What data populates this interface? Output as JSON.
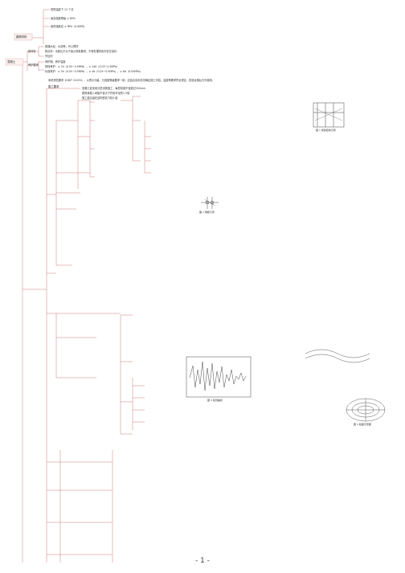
{
  "mindmap": {
    "top": {
      "label": "建筑材料",
      "items": [
        "常规温度下 12 个月",
        "最高强度等级 ≥ 85%",
        "最低强度应 ≥ MPa（0.60PA）"
      ]
    },
    "root": {
      "label": "混凝土",
      "b1": {
        "label": "原材料",
        "items": [
          "普通水泥、水泥等；可以预拌",
          "掺合料：水胶比不大于最小掺量要求，不得在搅拌机内任意加料",
          "外加剂"
        ]
      },
      "b2": {
        "label": "养护要求",
        "items": [
          "养护期、养护温度",
          "现场养护：≥ 7d（0.05~0.5MPa），≥ 14d（0.05~0.5MPa）",
          "标准养护：≥ 3d（0.05~0.5MPa），≥ 4d（0.05~0.5MPa），≥ 6d（0.05MPa）"
        ]
      },
      "b3": {
        "label": "施工要求",
        "intro": "参考规范要求《GB/T 24191》，以表示分级，与强度等级要求一致，应结合实际情况确定施工内容，温度等要求符合规定，检验合格后方可使用。",
        "items": [
          "混凝土宜采用分层浇筑施工，每层厚度不宜超过300mm",
          "振捣棒插入间距不宜大于作用半径的1.5倍",
          "施工缝应留在结构受剪力较小处"
        ]
      }
    },
    "figures": {
      "fig1": "图 1  框架结构示意",
      "fig2": "图 2  钢筋示意",
      "fig3": "图 3  检测曲线",
      "fig4": "图 4  截面示意图"
    },
    "page_number": "- 1 -"
  }
}
